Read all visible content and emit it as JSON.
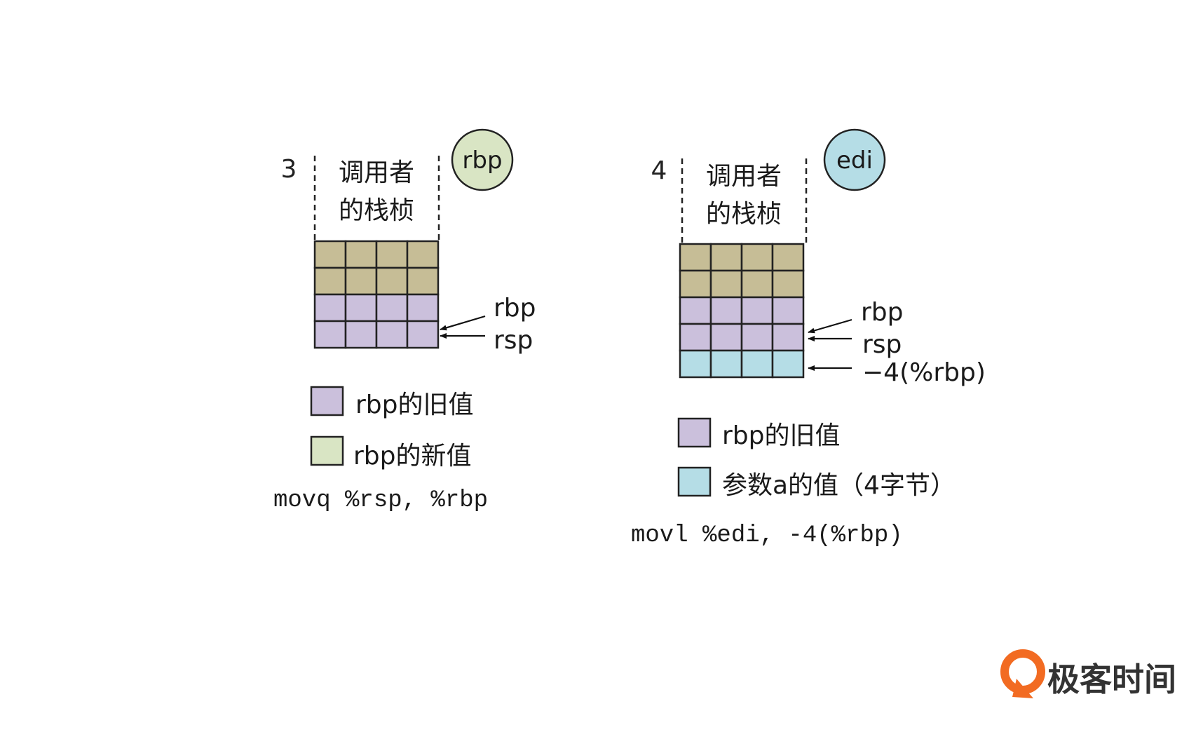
{
  "colors": {
    "caller_frame": "#c6bd96",
    "rbp_old": "#cbc0dc",
    "rbp_new": "#d9e5c4",
    "param_a": "#b5dde6",
    "cell_stroke": "#222222",
    "logo_orange": "#f26b22"
  },
  "panels": [
    {
      "step": "3",
      "frame_label_1": "调用者",
      "frame_label_2": "的栈桢",
      "register": "rbp",
      "register_color_key": "rbp_new",
      "rows": [
        "caller_frame",
        "caller_frame",
        "rbp_old",
        "rbp_old"
      ],
      "pointers": [
        "rbp",
        "rsp"
      ],
      "legend": [
        {
          "label": "rbp的旧值",
          "color_key": "rbp_old"
        },
        {
          "label": "rbp的新值",
          "color_key": "rbp_new"
        }
      ],
      "instruction": "movq %rsp, %rbp"
    },
    {
      "step": "4",
      "frame_label_1": "调用者",
      "frame_label_2": "的栈桢",
      "register": "edi",
      "register_color_key": "param_a",
      "rows": [
        "caller_frame",
        "caller_frame",
        "rbp_old",
        "rbp_old",
        "param_a"
      ],
      "pointers": [
        "rbp",
        "rsp",
        "−4(%rbp)"
      ],
      "legend": [
        {
          "label": "rbp的旧值",
          "color_key": "rbp_old"
        },
        {
          "label": "参数a的值（4字节）",
          "color_key": "param_a"
        }
      ],
      "instruction": "movl %edi, -4(%rbp)"
    }
  ],
  "logo": {
    "text": "极客时间",
    "icon": "geektime-logo-icon"
  }
}
